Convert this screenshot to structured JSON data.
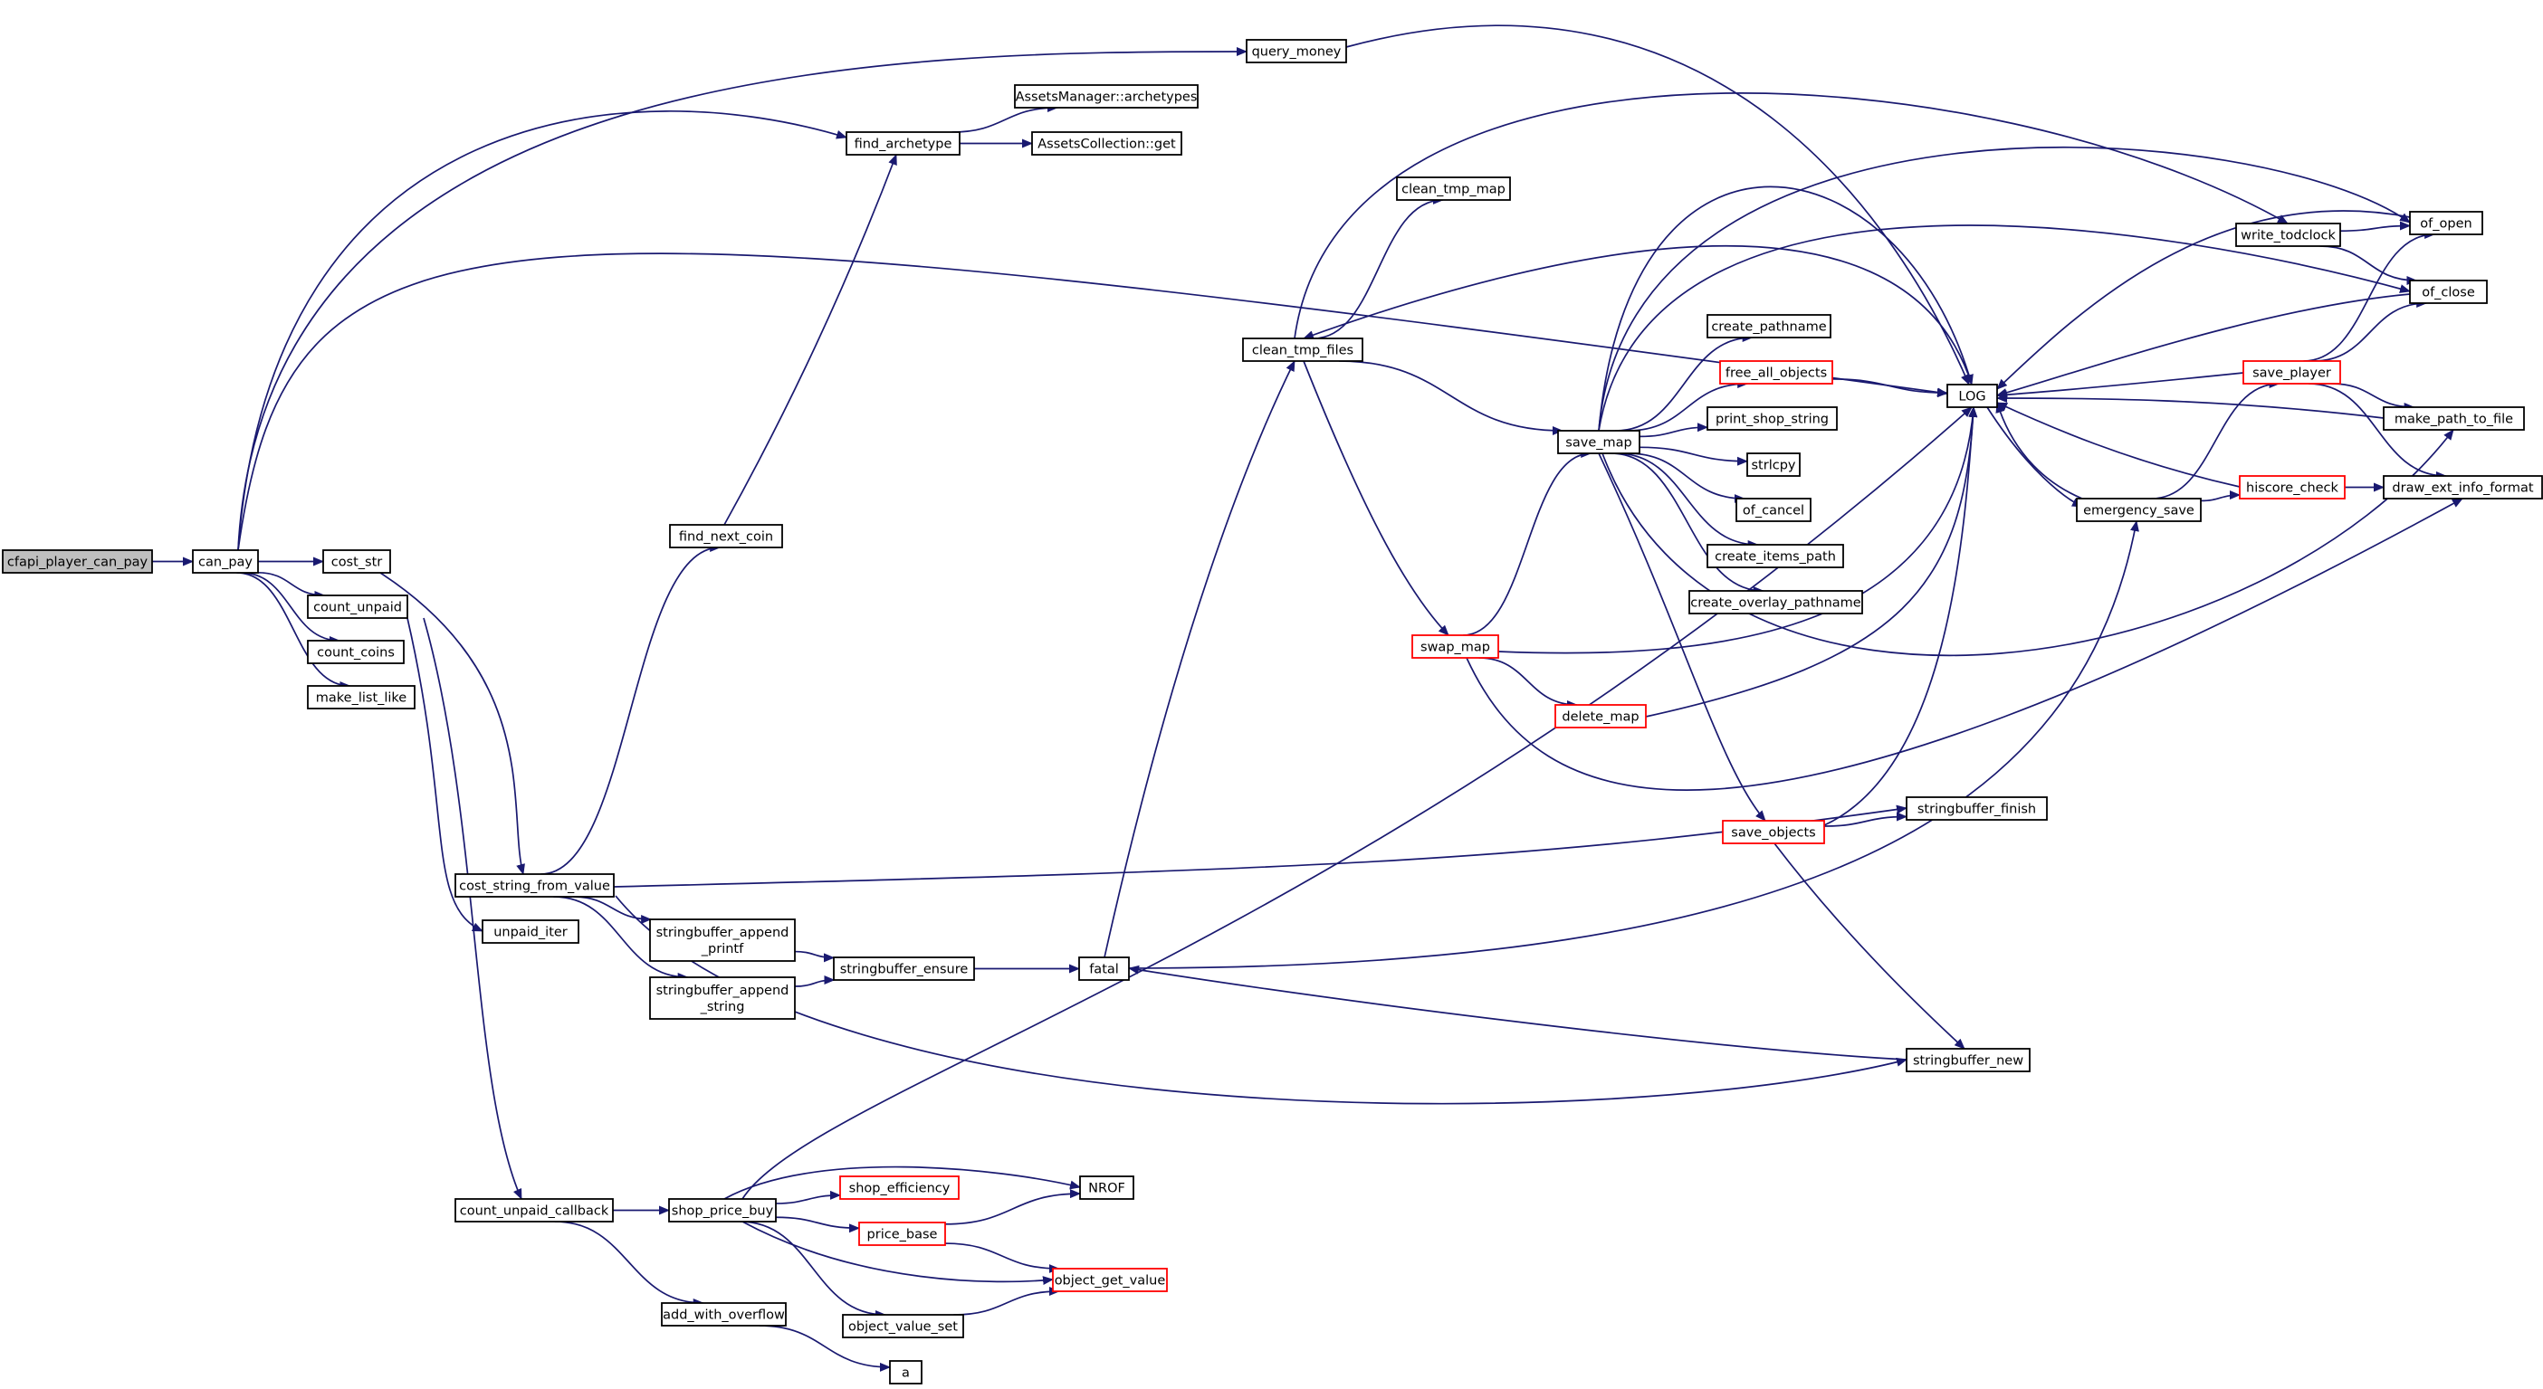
{
  "graph": {
    "colors": {
      "edge": "#191970",
      "node_border": "#000000",
      "node_border_truncated": "#ff0000",
      "root_fill": "#bfbfbf",
      "node_fill": "#ffffff"
    },
    "nodes": [
      {
        "id": "cfapi_player_can_pay",
        "lines": [
          "cfapi_player_can_pay"
        ],
        "kind": "root"
      },
      {
        "id": "can_pay",
        "lines": [
          "can_pay"
        ]
      },
      {
        "id": "query_money",
        "lines": [
          "query_money"
        ]
      },
      {
        "id": "find_archetype",
        "lines": [
          "find_archetype"
        ]
      },
      {
        "id": "am_archetypes",
        "lines": [
          "AssetsManager::archetypes"
        ]
      },
      {
        "id": "ac_get",
        "lines": [
          "AssetsCollection::get"
        ]
      },
      {
        "id": "cost_str",
        "lines": [
          "cost_str"
        ]
      },
      {
        "id": "count_unpaid",
        "lines": [
          "count_unpaid"
        ]
      },
      {
        "id": "count_coins",
        "lines": [
          "count_coins"
        ]
      },
      {
        "id": "make_list_like",
        "lines": [
          "make_list_like"
        ]
      },
      {
        "id": "find_next_coin",
        "lines": [
          "find_next_coin"
        ]
      },
      {
        "id": "cost_string_from_value",
        "lines": [
          "cost_string_from_value"
        ]
      },
      {
        "id": "unpaid_iter",
        "lines": [
          "unpaid_iter"
        ]
      },
      {
        "id": "sb_append_printf",
        "lines": [
          "stringbuffer_append",
          "_printf"
        ]
      },
      {
        "id": "sb_append_string",
        "lines": [
          "stringbuffer_append",
          "_string"
        ]
      },
      {
        "id": "sb_ensure",
        "lines": [
          "stringbuffer_ensure"
        ]
      },
      {
        "id": "fatal",
        "lines": [
          "fatal"
        ]
      },
      {
        "id": "clean_tmp_files",
        "lines": [
          "clean_tmp_files"
        ]
      },
      {
        "id": "clean_tmp_map",
        "lines": [
          "clean_tmp_map"
        ]
      },
      {
        "id": "save_map",
        "lines": [
          "save_map"
        ]
      },
      {
        "id": "swap_map",
        "lines": [
          "swap_map"
        ],
        "kind": "truncated"
      },
      {
        "id": "delete_map",
        "lines": [
          "delete_map"
        ],
        "kind": "truncated"
      },
      {
        "id": "create_pathname",
        "lines": [
          "create_pathname"
        ]
      },
      {
        "id": "free_all_objects",
        "lines": [
          "free_all_objects"
        ],
        "kind": "truncated"
      },
      {
        "id": "print_shop_string",
        "lines": [
          "print_shop_string"
        ]
      },
      {
        "id": "strlcpy",
        "lines": [
          "strlcpy"
        ]
      },
      {
        "id": "of_cancel",
        "lines": [
          "of_cancel"
        ]
      },
      {
        "id": "create_items_path",
        "lines": [
          "create_items_path"
        ]
      },
      {
        "id": "create_overlay_pathname",
        "lines": [
          "create_overlay_pathname"
        ]
      },
      {
        "id": "save_objects",
        "lines": [
          "save_objects"
        ],
        "kind": "truncated"
      },
      {
        "id": "sb_finish",
        "lines": [
          "stringbuffer_finish"
        ]
      },
      {
        "id": "sb_new",
        "lines": [
          "stringbuffer_new"
        ]
      },
      {
        "id": "LOG",
        "lines": [
          "LOG"
        ]
      },
      {
        "id": "write_todclock",
        "lines": [
          "write_todclock"
        ]
      },
      {
        "id": "of_open",
        "lines": [
          "of_open"
        ]
      },
      {
        "id": "of_close",
        "lines": [
          "of_close"
        ]
      },
      {
        "id": "save_player",
        "lines": [
          "save_player"
        ],
        "kind": "truncated"
      },
      {
        "id": "make_path_to_file",
        "lines": [
          "make_path_to_file"
        ]
      },
      {
        "id": "hiscore_check",
        "lines": [
          "hiscore_check"
        ],
        "kind": "truncated"
      },
      {
        "id": "draw_ext_info_format",
        "lines": [
          "draw_ext_info_format"
        ]
      },
      {
        "id": "emergency_save",
        "lines": [
          "emergency_save"
        ]
      },
      {
        "id": "count_unpaid_callback",
        "lines": [
          "count_unpaid_callback"
        ]
      },
      {
        "id": "shop_price_buy",
        "lines": [
          "shop_price_buy"
        ]
      },
      {
        "id": "shop_efficiency",
        "lines": [
          "shop_efficiency"
        ],
        "kind": "truncated"
      },
      {
        "id": "NROF",
        "lines": [
          "NROF"
        ]
      },
      {
        "id": "price_base",
        "lines": [
          "price_base"
        ],
        "kind": "truncated"
      },
      {
        "id": "object_get_value",
        "lines": [
          "object_get_value"
        ],
        "kind": "truncated"
      },
      {
        "id": "object_value_set",
        "lines": [
          "object_value_set"
        ]
      },
      {
        "id": "add_with_overflow",
        "lines": [
          "add_with_overflow"
        ]
      },
      {
        "id": "a",
        "lines": [
          "a"
        ]
      }
    ],
    "edges": [
      [
        "cfapi_player_can_pay",
        "can_pay"
      ],
      [
        "can_pay",
        "query_money"
      ],
      [
        "can_pay",
        "find_archetype"
      ],
      [
        "can_pay",
        "LOG"
      ],
      [
        "can_pay",
        "cost_str"
      ],
      [
        "can_pay",
        "count_unpaid"
      ],
      [
        "can_pay",
        "count_coins"
      ],
      [
        "can_pay",
        "make_list_like"
      ],
      [
        "query_money",
        "LOG"
      ],
      [
        "find_archetype",
        "am_archetypes"
      ],
      [
        "find_archetype",
        "ac_get"
      ],
      [
        "cost_str",
        "cost_string_from_value"
      ],
      [
        "count_unpaid",
        "unpaid_iter"
      ],
      [
        "count_unpaid",
        "count_unpaid_callback"
      ],
      [
        "cost_string_from_value",
        "find_next_coin"
      ],
      [
        "cost_string_from_value",
        "sb_append_printf"
      ],
      [
        "cost_string_from_value",
        "sb_append_string"
      ],
      [
        "cost_string_from_value",
        "sb_finish"
      ],
      [
        "cost_string_from_value",
        "sb_new"
      ],
      [
        "find_next_coin",
        "find_archetype"
      ],
      [
        "sb_append_printf",
        "sb_ensure"
      ],
      [
        "sb_append_string",
        "sb_ensure"
      ],
      [
        "sb_ensure",
        "fatal"
      ],
      [
        "fatal",
        "clean_tmp_files"
      ],
      [
        "fatal",
        "emergency_save"
      ],
      [
        "clean_tmp_files",
        "clean_tmp_map"
      ],
      [
        "clean_tmp_files",
        "save_map"
      ],
      [
        "clean_tmp_files",
        "swap_map"
      ],
      [
        "clean_tmp_files",
        "write_todclock"
      ],
      [
        "save_map",
        "LOG"
      ],
      [
        "save_map",
        "create_pathname"
      ],
      [
        "save_map",
        "free_all_objects"
      ],
      [
        "save_map",
        "print_shop_string"
      ],
      [
        "save_map",
        "strlcpy"
      ],
      [
        "save_map",
        "of_cancel"
      ],
      [
        "save_map",
        "create_items_path"
      ],
      [
        "save_map",
        "create_overlay_pathname"
      ],
      [
        "save_map",
        "save_objects"
      ],
      [
        "save_map",
        "of_open"
      ],
      [
        "save_map",
        "of_close"
      ],
      [
        "save_map",
        "make_path_to_file"
      ],
      [
        "swap_map",
        "save_map"
      ],
      [
        "swap_map",
        "delete_map"
      ],
      [
        "swap_map",
        "LOG"
      ],
      [
        "swap_map",
        "draw_ext_info_format"
      ],
      [
        "delete_map",
        "LOG"
      ],
      [
        "free_all_objects",
        "LOG"
      ],
      [
        "save_objects",
        "LOG"
      ],
      [
        "save_objects",
        "sb_finish"
      ],
      [
        "save_objects",
        "sb_new"
      ],
      [
        "sb_new",
        "fatal"
      ],
      [
        "LOG",
        "clean_tmp_files"
      ],
      [
        "LOG",
        "emergency_save"
      ],
      [
        "write_todclock",
        "of_open"
      ],
      [
        "write_todclock",
        "of_close"
      ],
      [
        "emergency_save",
        "LOG"
      ],
      [
        "emergency_save",
        "save_player"
      ],
      [
        "emergency_save",
        "hiscore_check"
      ],
      [
        "save_player",
        "LOG"
      ],
      [
        "save_player",
        "of_open"
      ],
      [
        "save_player",
        "of_close"
      ],
      [
        "save_player",
        "make_path_to_file"
      ],
      [
        "save_player",
        "draw_ext_info_format"
      ],
      [
        "make_path_to_file",
        "LOG"
      ],
      [
        "hiscore_check",
        "LOG"
      ],
      [
        "hiscore_check",
        "draw_ext_info_format"
      ],
      [
        "of_open",
        "LOG"
      ],
      [
        "of_close",
        "LOG"
      ],
      [
        "count_unpaid_callback",
        "shop_price_buy"
      ],
      [
        "count_unpaid_callback",
        "add_with_overflow"
      ],
      [
        "shop_price_buy",
        "LOG"
      ],
      [
        "shop_price_buy",
        "shop_efficiency"
      ],
      [
        "shop_price_buy",
        "NROF"
      ],
      [
        "shop_price_buy",
        "price_base"
      ],
      [
        "shop_price_buy",
        "object_get_value"
      ],
      [
        "shop_price_buy",
        "object_value_set"
      ],
      [
        "price_base",
        "NROF"
      ],
      [
        "price_base",
        "object_get_value"
      ],
      [
        "object_value_set",
        "object_get_value"
      ],
      [
        "add_with_overflow",
        "a"
      ]
    ]
  }
}
